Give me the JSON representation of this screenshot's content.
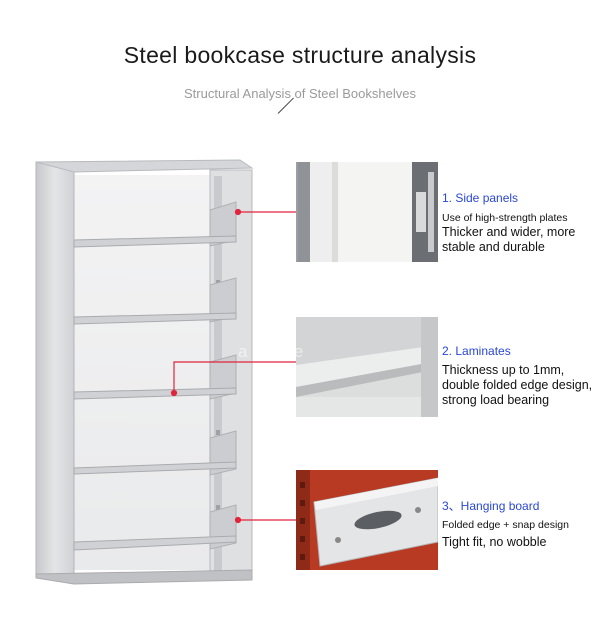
{
  "header": {
    "title": "Steel bookcase structure analysis",
    "subtitle": "Structural Analysis of Steel Bookshelves"
  },
  "watermark": "a Office",
  "features": [
    {
      "title": "1. Side panels",
      "lines": [
        "Use of high-strength plates",
        "Thicker and wider, more",
        "stable and durable"
      ],
      "icon": "side-panel-photo"
    },
    {
      "title": "2. Laminates",
      "lines": [
        "Thickness up to 1mm,",
        "double folded edge design,",
        "strong load bearing"
      ],
      "icon": "laminate-photo"
    },
    {
      "title": "3、Hanging board",
      "lines": [
        "Folded edge + snap design",
        "Tight fit, no wobble"
      ],
      "icon": "hanging-board-photo"
    }
  ],
  "colors": {
    "accent": "#2a47d6",
    "callout": "#e0243c",
    "shelf": "#d7d8da",
    "hanging_board_bg": "#b83a22"
  }
}
